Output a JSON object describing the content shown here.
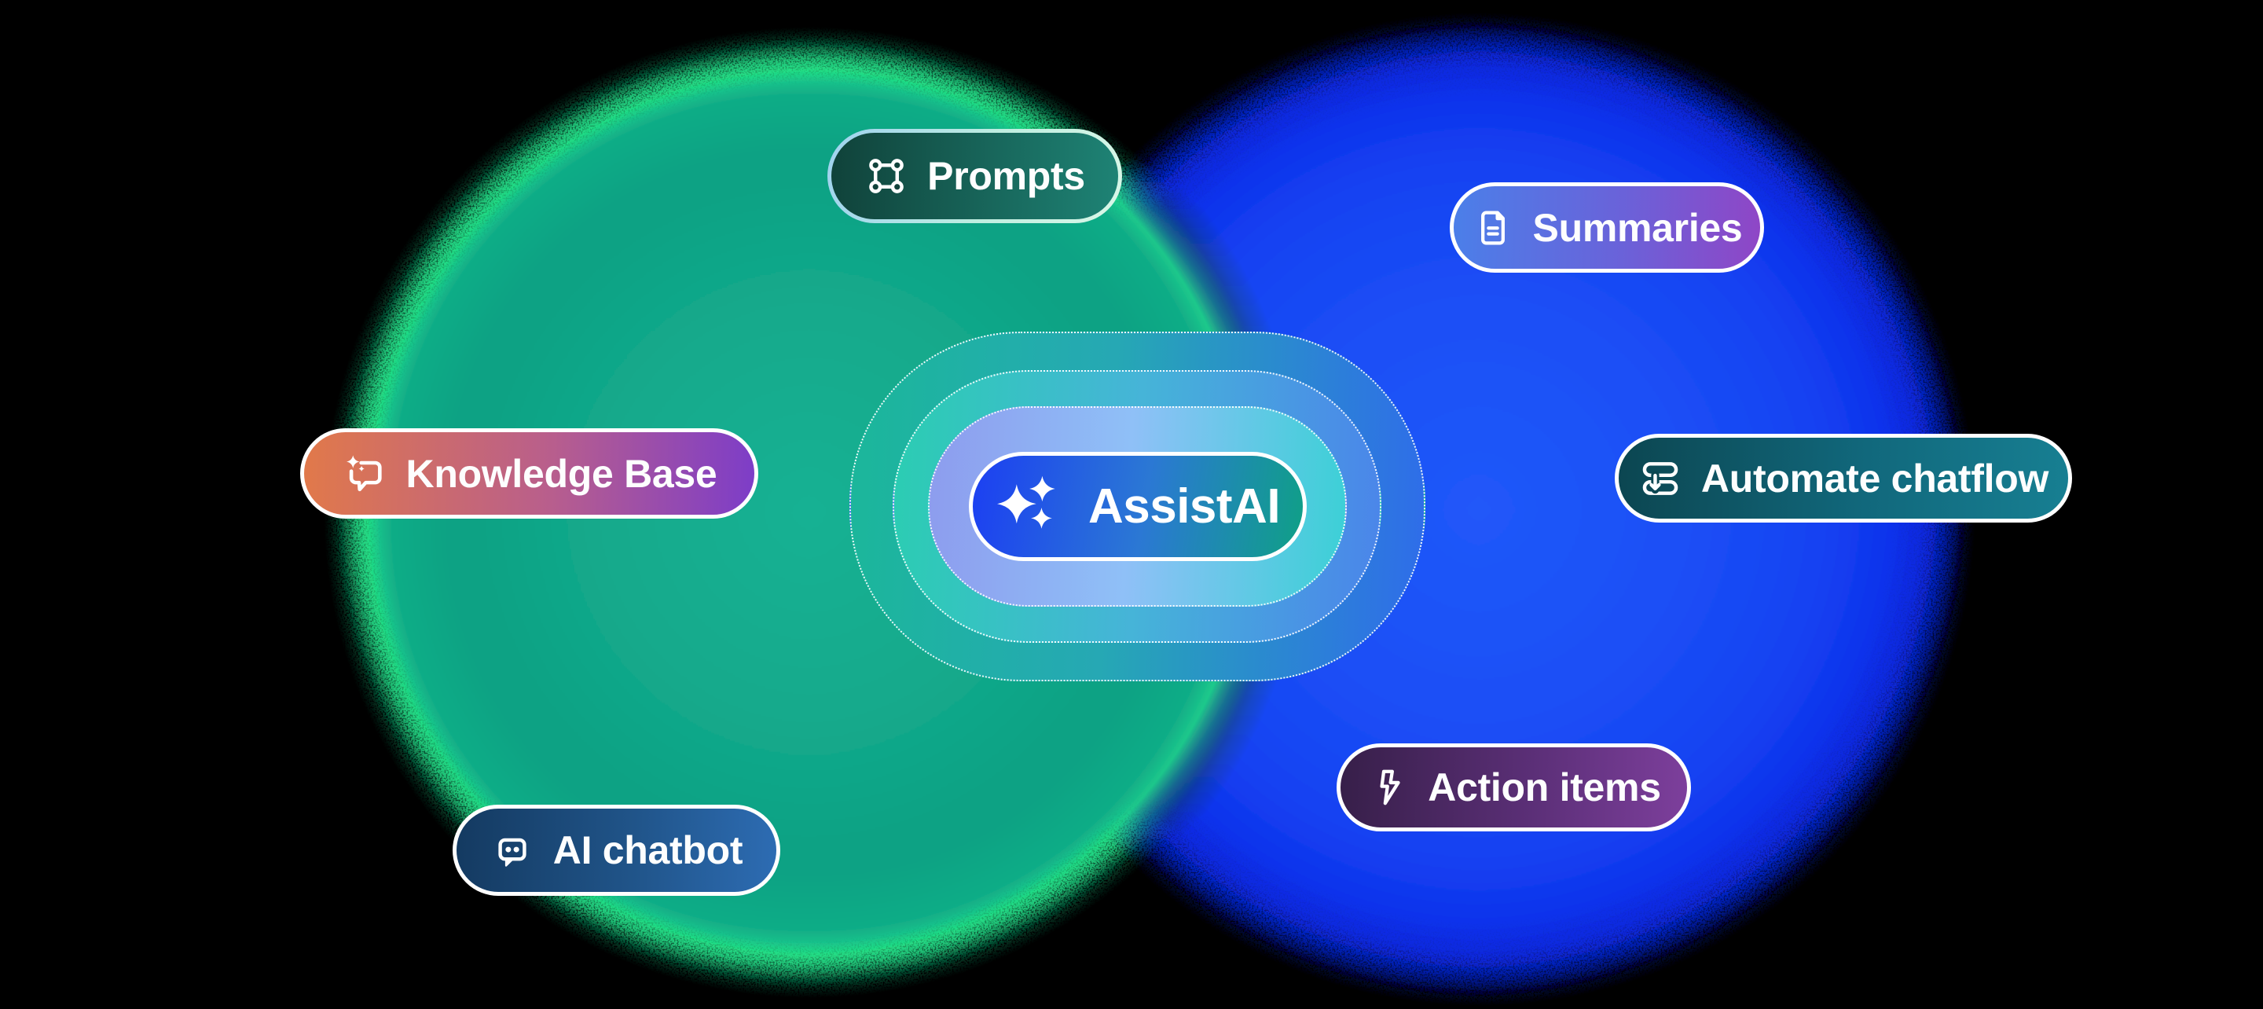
{
  "title": "AssistAI feature diagram",
  "center": {
    "label": "AssistAI",
    "icon": "sparkles-icon",
    "pill_gradient": [
      "#1c3ff2",
      "#2b78d4",
      "#0fa086"
    ],
    "border_color": "#ffffff",
    "rings": [
      {
        "name": "outer",
        "gradient": [
          "#1bb79a",
          "#2f6cea"
        ],
        "border_style": "dotted-white"
      },
      {
        "name": "middle",
        "gradient": [
          "#2bcdb2",
          "#4b85ea"
        ],
        "border_style": "dotted-white"
      },
      {
        "name": "inner",
        "gradient": [
          "#8d9cee",
          "#8fc0f7",
          "#3bd0d6"
        ],
        "border_style": "dotted-white"
      }
    ]
  },
  "features": [
    {
      "label": "Prompts",
      "icon": "frame-nodes-icon",
      "gradient": [
        "#10423a",
        "#1e8375"
      ],
      "border": [
        "#9fd2ef",
        "#d9f7e8"
      ]
    },
    {
      "label": "Summaries",
      "icon": "document-icon",
      "gradient": [
        "#4b7fe9",
        "#8f46c6"
      ],
      "border": [
        "#ffffff"
      ]
    },
    {
      "label": "Knowledge Base",
      "icon": "sparkle-chat-icon",
      "gradient": [
        "#e1794a",
        "#7d3dc8"
      ],
      "border": [
        "#ffffff"
      ]
    },
    {
      "label": "Automate chatflow",
      "icon": "chatflow-icon",
      "gradient": [
        "#0c4651",
        "#177f92"
      ],
      "border": [
        "#ffffff"
      ]
    },
    {
      "label": "Action items",
      "icon": "lightning-icon",
      "gradient": [
        "#371f49",
        "#7d3f9c"
      ],
      "border": [
        "#ffffff"
      ]
    },
    {
      "label": "AI chatbot",
      "icon": "chatbot-icon",
      "gradient": [
        "#143a61",
        "#2d6cb3"
      ],
      "border": [
        "#ffffff"
      ]
    }
  ],
  "background": {
    "color": "#000000",
    "left_glow_color": "#12a98b",
    "left_glow_rim_color": "#27dc8f",
    "right_glow_color": "#1c50f6",
    "text_color": "#ffffff"
  }
}
